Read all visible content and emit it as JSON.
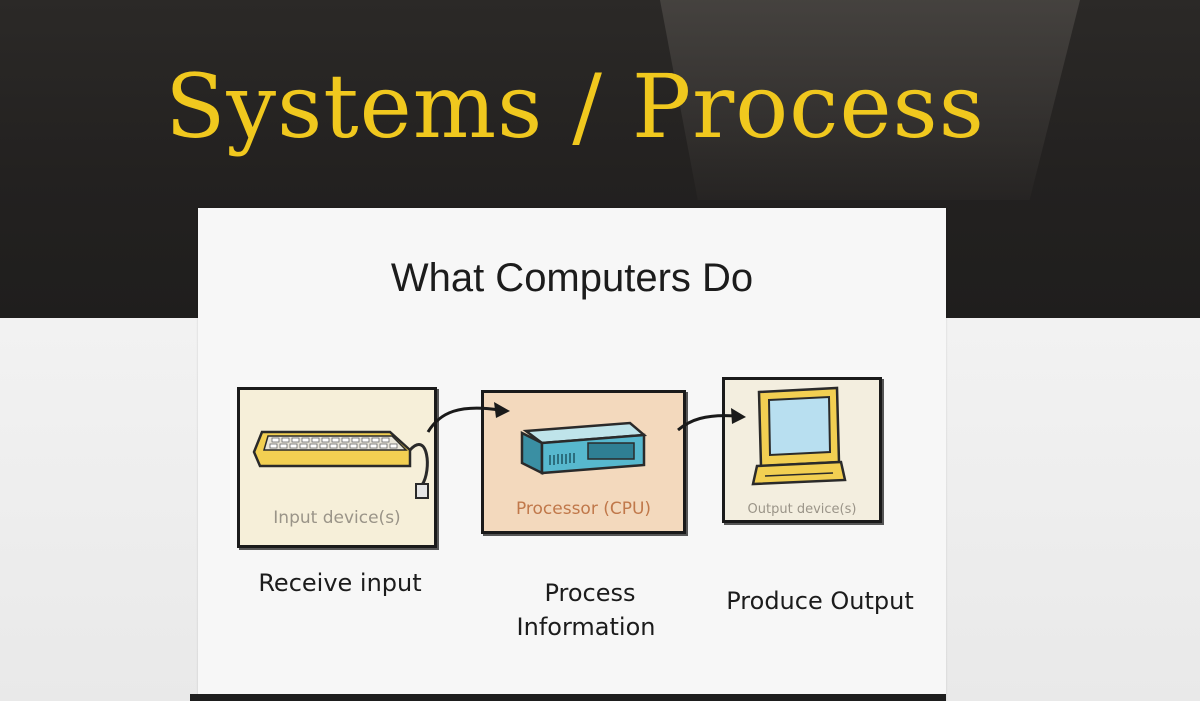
{
  "slide": {
    "title": "Systems / Process",
    "inner_title": "What Computers Do",
    "panels": [
      {
        "label": "Input device(s)",
        "caption": "Receive input",
        "icon": "keyboard-icon",
        "bg": "#f6efd9",
        "label_color": "#9a9488"
      },
      {
        "label": "Processor (CPU)",
        "caption_line1": "Process",
        "caption_line2": "Information",
        "icon": "cpu-icon",
        "bg": "#f3d9bd",
        "label_color": "#c0784a"
      },
      {
        "label": "Output device(s)",
        "caption": "Produce Output",
        "icon": "monitor-icon",
        "bg": "#f3eedf",
        "label_color": "#9a9488"
      }
    ]
  },
  "colors": {
    "title": "#f0c81e",
    "background_dark": "#232120"
  }
}
